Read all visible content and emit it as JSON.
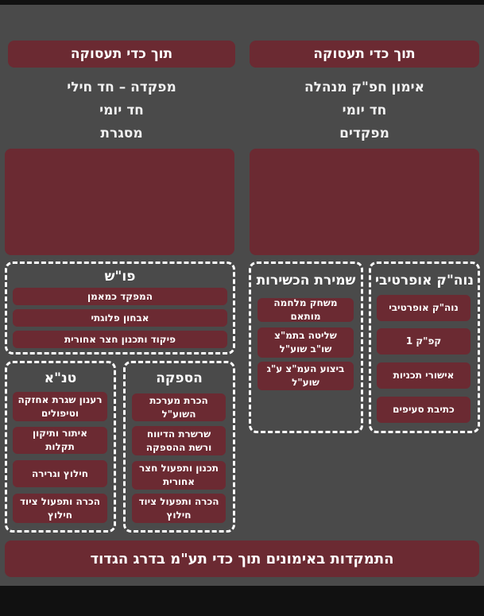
{
  "headers": {
    "left": "תוך כדי תעסוקה",
    "right": "תוך כדי תעסוקה"
  },
  "subtitles": {
    "left": [
      "מפקדה – חד חילי",
      "חד יומי",
      "מסגרת"
    ],
    "right": [
      "אימון חפ\"ק מנהלה",
      "חד יומי",
      "מפקדים"
    ]
  },
  "groups": {
    "posh": {
      "title": "פו\"ש",
      "items": [
        "המפקד כמאמן",
        "אבחון פלוגתי",
        "פיקוד ותכנון חצר אחורית"
      ]
    },
    "shmirat": {
      "title": "שמירת הכשירות",
      "items": [
        "משחק מלחמה מותאם",
        "שליטה בתמ\"צ שו\"ב שוע\"ל",
        "ביצוע העמ\"צ ע\"ג שוע\"ל"
      ]
    },
    "nohak": {
      "title": "נוה\"ק אופרטיבי",
      "items": [
        "נוה\"ק אופרטיבי",
        "קפ\"ק 1",
        "אישורי תכניות",
        "כתיבת סעיפים"
      ]
    },
    "tana": {
      "title": "טנ\"א",
      "items": [
        "רענון שגרת אחזקה וטיפולים",
        "איתור ותיקון תקלות",
        "חילוץ וגרירה",
        "הכרה ותפעול ציוד חילוץ"
      ]
    },
    "haspaka": {
      "title": "הספקה",
      "items": [
        "הכרת מערכת השוע\"ל",
        "שרשרת הדיווח ורשת ההספקה",
        "תכנון ותפעול חצר אחורית",
        "הכרה ותפעול ציוד חילוץ"
      ]
    }
  },
  "footer": "התמקדות באימונים תוך כדי תע\"מ בדרג הגדוד"
}
